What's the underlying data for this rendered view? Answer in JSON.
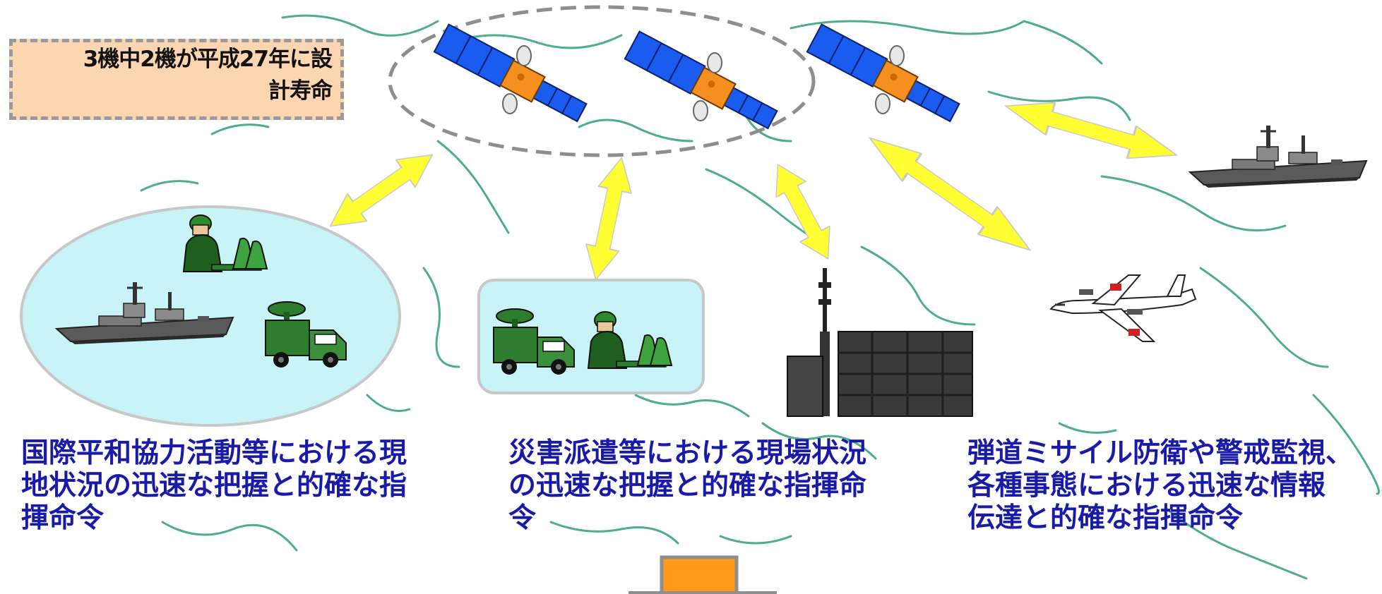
{
  "note": {
    "lines": [
      "3機中2機が平成27年に設",
      "計寿命"
    ]
  },
  "captions": [
    {
      "lines": [
        "国際平和協力活動等における現",
        "地状況の迅速な把握と的確な指",
        "揮命令"
      ]
    },
    {
      "lines": [
        "災害派遣等における現場状況",
        "の迅速な把握と的確な指揮命",
        "令"
      ]
    },
    {
      "lines": [
        "弾道ミサイル防衛や警戒監視、",
        "各種事態における迅速な情報",
        "伝達と的確な指揮命令"
      ]
    }
  ],
  "icons": [
    "satellite-icon",
    "soldier-icon",
    "warship-icon",
    "military-truck-icon",
    "radar-tower-icon",
    "patrol-aircraft-icon"
  ],
  "colors": {
    "arrow": "#ffff33",
    "caption_text": "#1a1aa8",
    "note_fill": "#fbd6b1",
    "group_fill": "#c8f4f8",
    "coastline": "#3aa57a",
    "satellite_panel": "#1a5cf0",
    "satellite_body": "#f59020",
    "ground_station": "#ff9a1a"
  }
}
